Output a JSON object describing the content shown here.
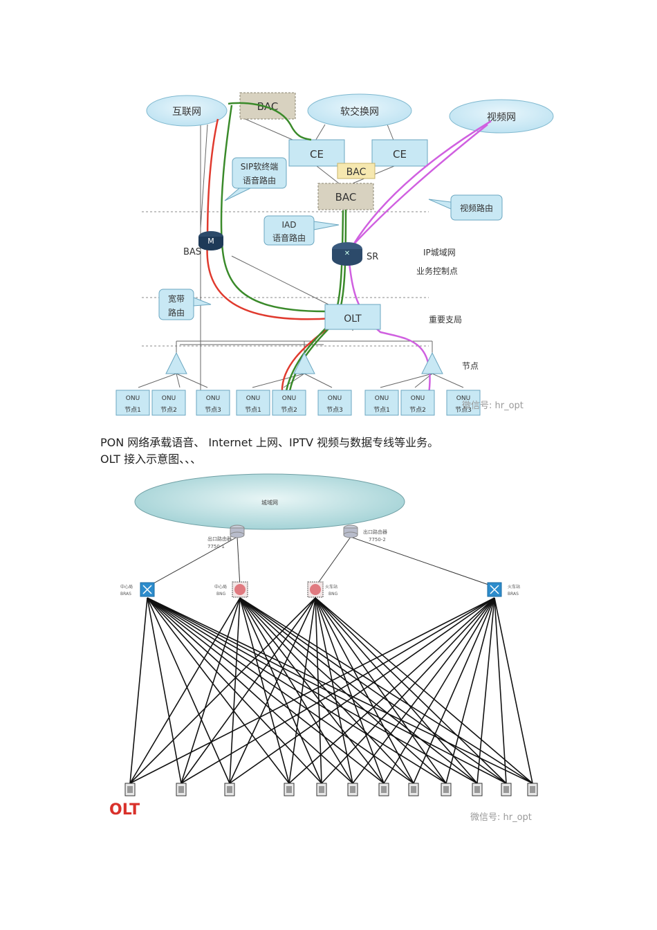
{
  "diagram1": {
    "clouds": {
      "internet": "互联网",
      "softswitch": "软交换网",
      "video": "视频网"
    },
    "bac_top": "BAC",
    "ce_left": "CE",
    "ce_right": "CE",
    "bac_mid": "BAC",
    "bac_lower": "BAC",
    "bas_label": "BAS",
    "sr_label": "SR",
    "olt_label": "OLT",
    "callouts": {
      "sip_line1": "SIP软终端",
      "sip_line2": "语音路由",
      "iad_line1": "IAD",
      "iad_line2": "语音路由",
      "video_route": "视频路由",
      "bb_line1": "宽带",
      "bb_line2": "路由"
    },
    "side_labels": {
      "ip_line1": "IP城域网",
      "ip_line2": "业务控制点",
      "branch": "重要支局",
      "node": "节点"
    },
    "onu_label": "ONU",
    "node_labels": [
      "节点1",
      "节点2",
      "节点3",
      "节点1",
      "节点2",
      "节点3",
      "节点1",
      "节点2",
      "节点3"
    ],
    "watermark": "微信号: hr_opt"
  },
  "captions": {
    "line1": "PON 网络承载语音、 Internet 上网、IPTV 视频与数据专线等业务。",
    "line2": "OLT 接入示意图、、、"
  },
  "diagram2": {
    "metro": "城域网",
    "router1_line1": "出口路由器",
    "router1_line2": "7750-1",
    "router2_line1": "出口路由器",
    "router2_line2": "7750-2",
    "node1_line1": "中心局",
    "node1_line2": "BRAS",
    "node2_line1": "中心局",
    "node2_line2": "BNG",
    "node3_line1": "火车站",
    "node3_line2": "BNG",
    "node4_line1": "火车站",
    "node4_line2": "BRAS",
    "olt_title": "OLT",
    "watermark": "微信号: hr_opt"
  },
  "colors": {
    "red": "#e03a2e",
    "green": "#3a8a2a",
    "magenta": "#d060e0",
    "cyan_box": "#c8e8f4",
    "bac_fill": "#d8d2c0",
    "olt_red": "#d9312b"
  }
}
